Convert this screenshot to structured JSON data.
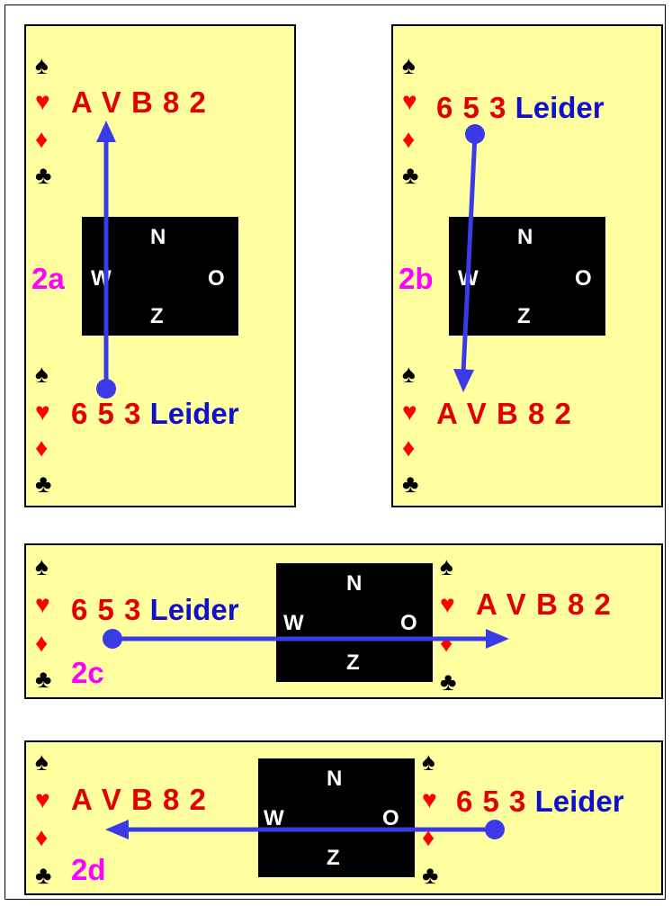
{
  "suits": {
    "spade": "♠",
    "heart": "♥",
    "diamond": "♦",
    "club": "♣"
  },
  "directions": {
    "north": "N",
    "west": "W",
    "east": "O",
    "south": "Z"
  },
  "leader_word": "Leider",
  "panels": {
    "p2a": {
      "label": "2a",
      "top_cards": "A V B 8 2",
      "bottom_cards": "6 5 3"
    },
    "p2b": {
      "label": "2b",
      "top_cards": "6 5 3",
      "bottom_cards": "A V B 8 2"
    },
    "p2c": {
      "label": "2c",
      "left_cards": "6 5 3",
      "right_cards": "A V B 8 2"
    },
    "p2d": {
      "label": "2d",
      "left_cards": "A V B 8 2",
      "right_cards": "6 5 3"
    }
  },
  "colors": {
    "panel_bg": "#ffffa0",
    "arrow": "#3a3ae6",
    "cards": "#e00000",
    "leider": "#1010cc",
    "label": "#ff00ff"
  }
}
